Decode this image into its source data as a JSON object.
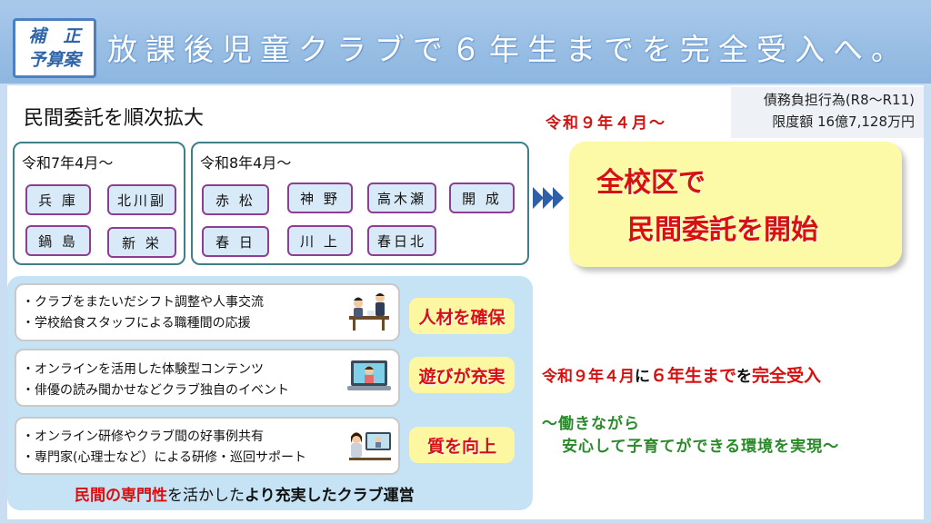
{
  "header": {
    "tag_line1": "補　正",
    "tag_line2": "予算案",
    "title": "放課後児童クラブで６年生までを完全受入へ。"
  },
  "section_title": "民間委託を順次拡大",
  "budget": {
    "line1": "債務負担行為(R8～R11)",
    "line2": "限度額 16億7,128万円"
  },
  "group1": {
    "title": "令和7年4月～",
    "items": [
      "兵 庫",
      "北川副",
      "鍋 島",
      "新 栄"
    ]
  },
  "group2": {
    "title": "令和8年4月～",
    "items": [
      "赤 松",
      "神 野",
      "高木瀬",
      "開 成",
      "春 日",
      "川 上",
      "春日北"
    ]
  },
  "date_red": "令和９年４月～",
  "callout": {
    "line1": "全校区で",
    "line2": "民間委託を開始"
  },
  "cards": [
    {
      "bullets": [
        "・クラブをまたいだシフト調整や人事交流",
        "・学校給食スタッフによる職種間の応援"
      ],
      "badge": "人材を確保"
    },
    {
      "bullets": [
        "・オンラインを活用した体験型コンテンツ",
        "・俳優の読み聞かせなどクラブ独自のイベント"
      ],
      "badge": "遊びが充実"
    },
    {
      "bullets": [
        "・オンライン研修やクラブ間の好事例共有",
        "・専門家(心理士など）による研修・巡回サポート"
      ],
      "badge": "質を向上"
    }
  ],
  "footer": {
    "red_part": "民間の専門性",
    "mid_part": "を活かした",
    "end_part": "より充実したクラブ運営"
  },
  "full_accept": {
    "prefix": "令和９年４月",
    "particle": "に",
    "highlight": "６年生まで",
    "particle2": "を",
    "suffix": "完全受入"
  },
  "green": {
    "line1": "～働きながら",
    "line2": "安心して子育てができる環境を実現～"
  },
  "colors": {
    "header_blue": "#8db6e0",
    "accent_red": "#d81010",
    "callout_yellow": "#fcfaa6",
    "pill_border": "#8e3e92",
    "green_text": "#2a8a2a"
  }
}
